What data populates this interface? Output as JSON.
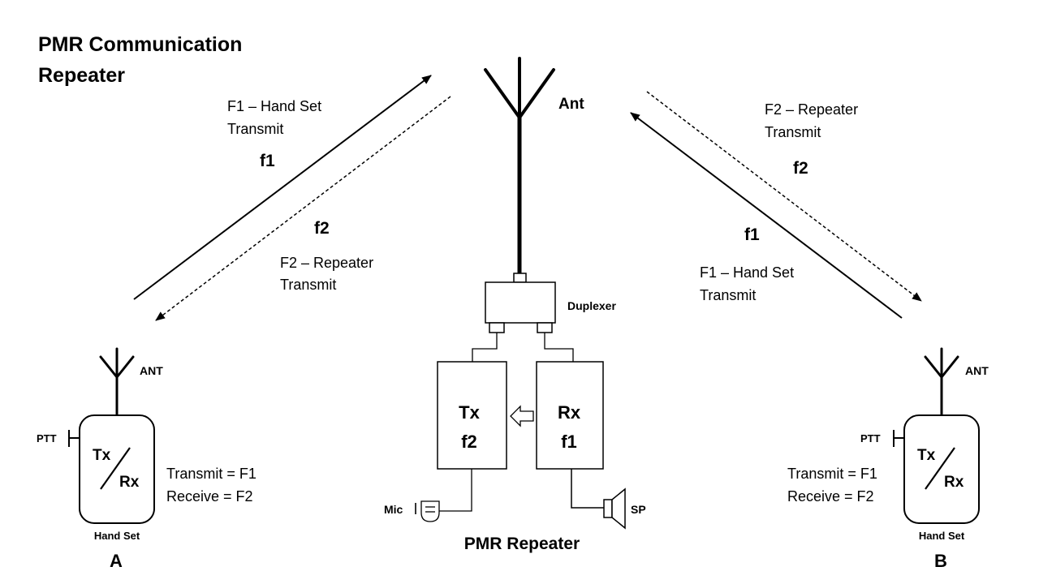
{
  "title": {
    "line1": "PMR Communication",
    "line2": "Repeater"
  },
  "repeater": {
    "ant_label": "Ant",
    "duplexer_label": "Duplexer",
    "tx": {
      "name": "Tx",
      "freq": "f2"
    },
    "rx": {
      "name": "Rx",
      "freq": "f1"
    },
    "mic_label": "Mic",
    "sp_label": "SP",
    "caption": "PMR Repeater"
  },
  "links": {
    "left": {
      "tx_label_line1": "F1 – Hand Set",
      "tx_label_line2": "Transmit",
      "tx_freq": "f1",
      "rx_freq": "f2",
      "rx_label_line1": "F2 – Repeater",
      "rx_label_line2": "Transmit"
    },
    "right": {
      "rx_label_line1": "F2 – Repeater",
      "rx_label_line2": "Transmit",
      "rx_freq": "f2",
      "tx_freq": "f1",
      "tx_label_line1": "F1 – Hand Set",
      "tx_label_line2": "Transmit"
    }
  },
  "handsets": {
    "a": {
      "ant": "ANT",
      "ptt": "PTT",
      "tx": "Tx",
      "rx": "Rx",
      "transmit": "Transmit = F1",
      "receive": "Receive = F2",
      "caption": "Hand Set",
      "id": "A"
    },
    "b": {
      "ant": "ANT",
      "ptt": "PTT",
      "tx": "Tx",
      "rx": "Rx",
      "transmit": "Transmit = F1",
      "receive": "Receive = F2",
      "caption": "Hand Set",
      "id": "B"
    }
  }
}
